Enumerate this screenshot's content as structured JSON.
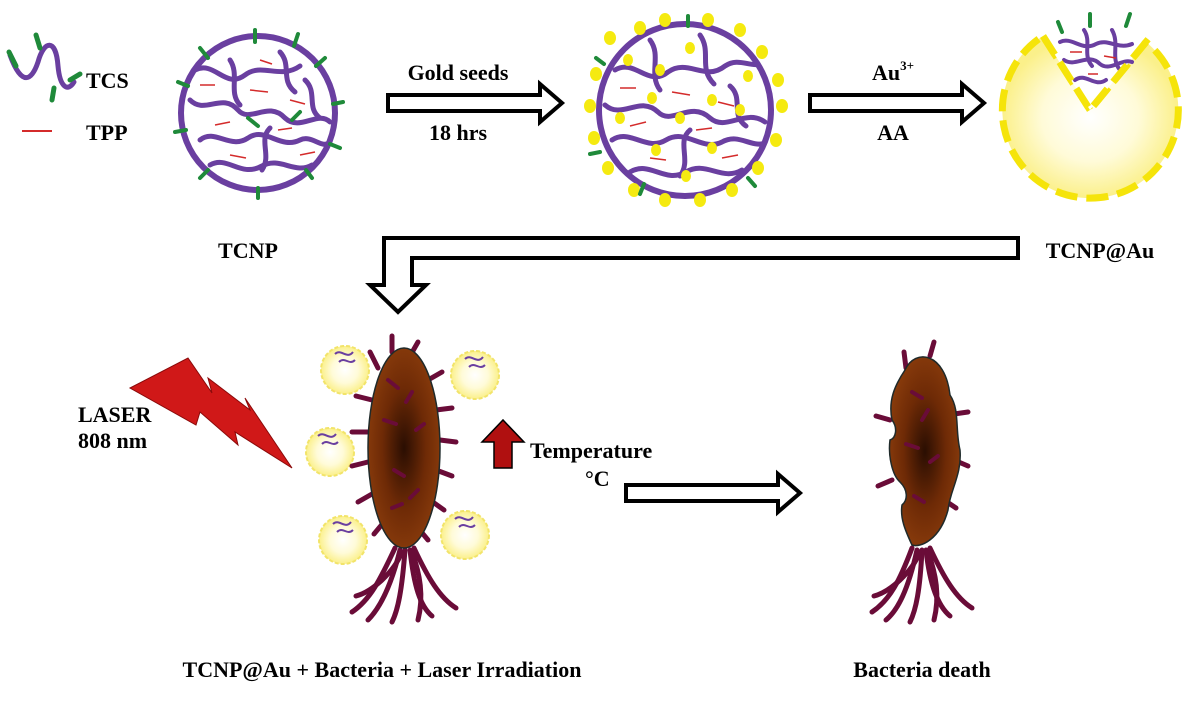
{
  "legend": {
    "tcs_label": "TCS",
    "tpp_label": "TPP"
  },
  "steps": {
    "step1_top": "Gold seeds",
    "step1_bottom": "18 hrs",
    "step2_top": "Au",
    "step2_top_sup": "3+",
    "step2_bottom": "AA"
  },
  "labels": {
    "tcnp": "TCNP",
    "tcnp_au": "TCNP@Au",
    "laser_line1": "LASER",
    "laser_line2": "808 nm",
    "temperature_line1": "Temperature",
    "temperature_line2": "°C",
    "caption_left": "TCNP@Au + Bacteria + Laser Irradiation",
    "caption_right": "Bacteria death"
  },
  "colors": {
    "polymer": "#6a3fa0",
    "end_group": "#1f8a3a",
    "crosslinker": "#d42b2b",
    "gold": "#f5ea10",
    "gold_shell_fill": "#fff6b5",
    "bacteria_body": "#7a3008",
    "flagella": "#6a0c38",
    "laser": "#d01818",
    "arrow_outline": "#000000"
  }
}
